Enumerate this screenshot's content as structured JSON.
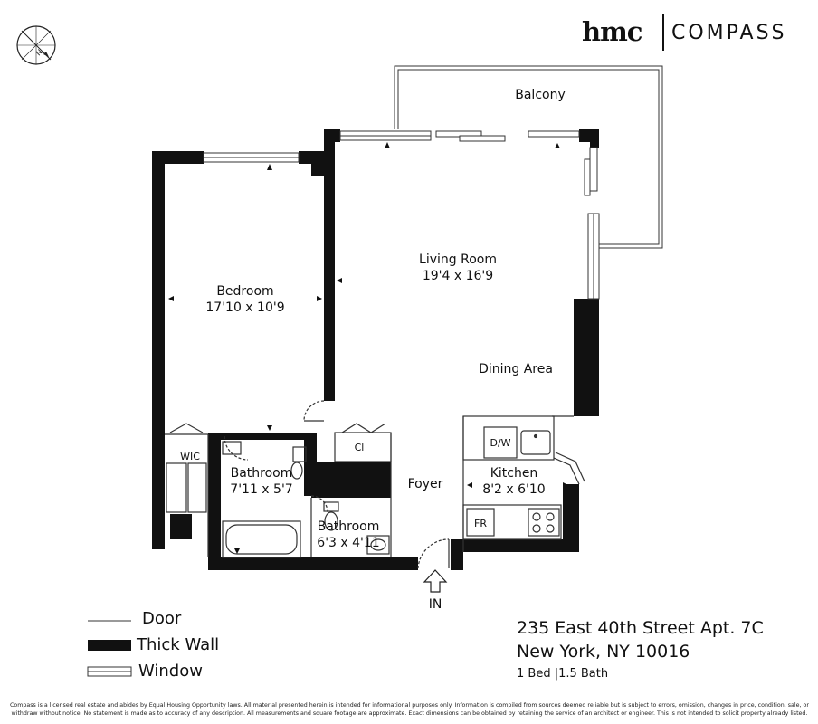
{
  "branding": {
    "logo_left": "hmc",
    "logo_right": "COMPASS"
  },
  "compass_rose": {
    "north_label": "N"
  },
  "rooms": {
    "balcony": {
      "name": "Balcony"
    },
    "living_room": {
      "name": "Living Room",
      "dims": "19'4 x 16'9"
    },
    "bedroom": {
      "name": "Bedroom",
      "dims": "17'10 x 10'9"
    },
    "dining_area": {
      "name": "Dining Area"
    },
    "wic": {
      "name": "WIC"
    },
    "closet": {
      "name": "Cl"
    },
    "foyer": {
      "name": "Foyer"
    },
    "bathroom_1": {
      "name": "Bathroom",
      "dims": "7'11 x 5'7"
    },
    "bathroom_2": {
      "name": "Bathroom",
      "dims": "6'3 x 4'11"
    },
    "kitchen": {
      "name": "Kitchen",
      "dims": "8'2 x 6'10"
    },
    "dishwasher": {
      "name": "D/W"
    },
    "fridge": {
      "name": "FR"
    },
    "entry": {
      "name": "IN"
    }
  },
  "legend": {
    "door": "Door",
    "thick_wall": "Thick Wall",
    "window": "Window"
  },
  "listing": {
    "address_line1": "235 East 40th Street Apt. 7C",
    "address_line2": "New York, NY 10016",
    "summary": "1 Bed |1.5 Bath"
  },
  "disclaimer": "Compass is a licensed real estate and abides by Equal Housing Opportunity laws. All material presented herein is intended for informational purposes only. Information is compiled from sources deemed reliable but is subject to errors, omission, changes in price, condition, sale, or withdraw without notice. No statement is made as to accuracy of any description. All measurements and square footage are approximate. Exact dimensions can be obtained by retaining the service of an architect or engineer. This is not intended to solicit property already listed.",
  "colors": {
    "wall": "#111111",
    "line": "#333333",
    "background": "#ffffff"
  }
}
